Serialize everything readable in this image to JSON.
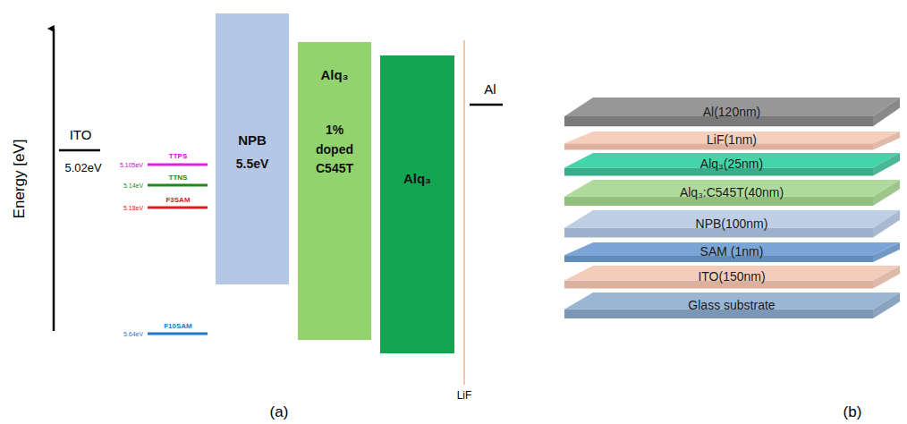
{
  "diagram": {
    "nodes": [
      {
        "text": [
          "NPB",
          "5.5eV"
        ]
      },
      {
        "text": [
          "Alq₃",
          "1% doped C545T"
        ]
      },
      {
        "text": [
          "Alq₃"
        ]
      },
      {
        "text": [
          "Al(120nm)"
        ]
      },
      {
        "text": [
          "LiF(1nm)"
        ]
      },
      {
        "text": [
          "Alq₃(25nm)"
        ]
      },
      {
        "text": [
          "Alq₃:C545T(40nm)"
        ]
      },
      {
        "text": [
          "NPB(100nm)"
        ]
      },
      {
        "text": [
          "SAM (1nm)"
        ]
      },
      {
        "text": [
          "ITO(150nm)"
        ]
      },
      {
        "text": [
          "Glass substrate"
        ]
      }
    ],
    "labels": [
      "Energy [eV]",
      "ITO",
      "5.02eV",
      "5.105eV",
      "TTPS",
      "5.14eV",
      "TTNS",
      "5.18eV",
      "F3SAM",
      "5.64eV",
      "F10SAM",
      "LiF",
      "Al",
      "(a)",
      "(b)"
    ]
  }
}
